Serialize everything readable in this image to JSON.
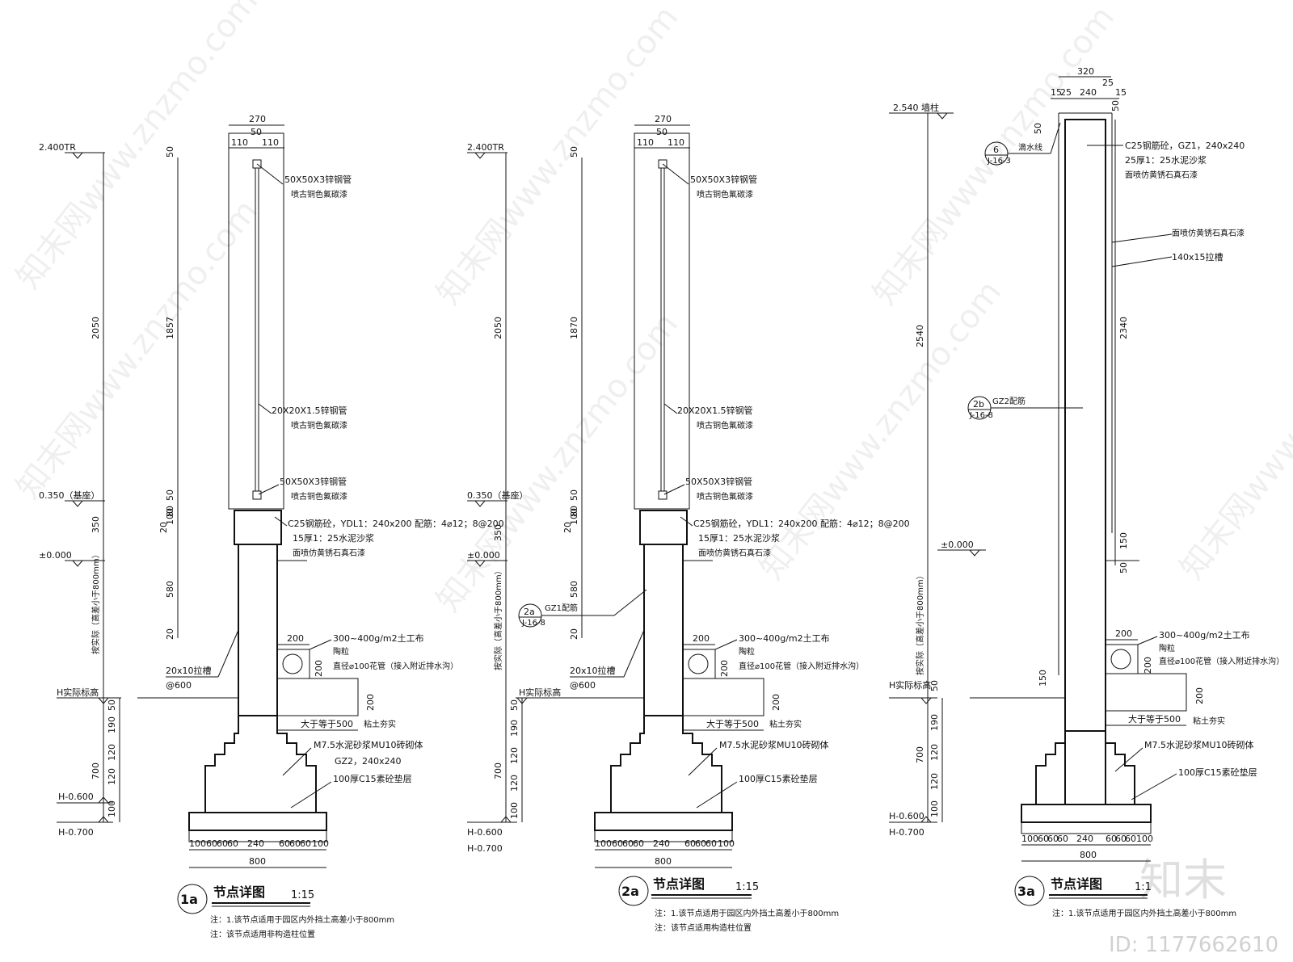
{
  "watermark": {
    "logo": "知末",
    "id_text": "ID: 1177662610",
    "site_text": "知末网www.znzmo.com"
  },
  "details": [
    {
      "key": "1a",
      "circle_label": "1a",
      "title": "节点详图",
      "scale": "1:15",
      "note1": "注：1.该节点适用于园区内外挡土高差小于800mm",
      "note2": "注：该节点适用非构造柱位置",
      "elev_top": "2.400TR",
      "elev_mid": "0.350（基座）",
      "elev_zero": "±0.000",
      "elev_h": "H实际标高",
      "elev_h600": "H-0.600",
      "elev_h700": "H-0.700",
      "dim_total": "2050",
      "dim_350": "350",
      "dim_varies": "按实际（高差小于800mm）",
      "dim_700": "700",
      "dim_stack": [
        "50",
        "190",
        "120",
        "120",
        "100"
      ],
      "dim_rail": [
        "50",
        "1857",
        "50",
        "80",
        "100",
        "20",
        "580",
        "20"
      ],
      "dim_top": [
        "270",
        "50",
        "110",
        "110"
      ],
      "dim_bottom": [
        "100",
        "60",
        "60",
        "60",
        "240",
        "60",
        "60",
        "60",
        "100"
      ],
      "dim_800": "800",
      "dim_200": "200",
      "dim_200b": "200",
      "labels": {
        "top_tube": "50X50X3锌钢管",
        "top_tube_paint": "喷古铜色氟碳漆",
        "mid_tube": "20X20X1.5锌钢管",
        "mid_tube_paint": "喷古铜色氟碳漆",
        "bottom_tube": "50X50X3锌钢管",
        "bottom_tube_paint": "喷古铜色氟碳漆",
        "beam": "C25钢筋砼，YDL1：240x200  配筋：4⌀12；8@200",
        "mortar": "15厚1：25水泥沙浆",
        "stone": "面喷仿黄锈石真石漆",
        "groove": "20x10拉槽",
        "groove_at": "@600",
        "geotextile": "300~400g/m2土工布",
        "gravel": "陶粒",
        "pipe": "直径⌀100花管（接入附近排水沟）",
        "compact": "粘土夯实",
        "width500": "大于等于500",
        "brick": "M7.5水泥砂浆MU10砖砌体",
        "gz": "GZ2，240x240",
        "cushion": "100厚C15素砼垫层"
      }
    },
    {
      "key": "2a",
      "circle_label": "2a",
      "title": "节点详图",
      "scale": "1:15",
      "note1": "注：1.该节点适用于园区内外挡土高差小于800mm",
      "note2": "注：该节点适用构造柱位置",
      "elev_top": "2.400TR",
      "elev_mid": "0.350（基座）",
      "elev_zero": "±0.000",
      "elev_h": "H实际标高",
      "elev_h600": "H-0.600",
      "elev_h700": "H-0.700",
      "dim_total": "2050",
      "dim_350": "350",
      "dim_varies": "按实际（高差小于800mm）",
      "dim_700": "700",
      "dim_stack": [
        "50",
        "190",
        "120",
        "120",
        "100"
      ],
      "dim_rail": [
        "50",
        "1870",
        "50",
        "80",
        "100",
        "20",
        "580",
        "20"
      ],
      "dim_top": [
        "270",
        "50",
        "110",
        "110"
      ],
      "dim_bottom": [
        "100",
        "60",
        "60",
        "60",
        "240",
        "60",
        "60",
        "60",
        "100"
      ],
      "dim_800": "800",
      "dim_200": "200",
      "dim_200b": "200",
      "ref_bubble": "2a",
      "ref_bubble_sub": "J-16-8",
      "ref_text": "GZ1配筋",
      "labels": {
        "top_tube": "50X50X3锌钢管",
        "top_tube_paint": "喷古铜色氟碳漆",
        "mid_tube": "20X20X1.5锌钢管",
        "mid_tube_paint": "喷古铜色氟碳漆",
        "bottom_tube": "50X50X3锌钢管",
        "bottom_tube_paint": "喷古铜色氟碳漆",
        "beam": "C25钢筋砼，YDL1：240x200  配筋：4⌀12；8@200",
        "mortar": "15厚1：25水泥沙浆",
        "stone": "面喷仿黄锈石真石漆",
        "groove": "20x10拉槽",
        "groove_at": "@600",
        "geotextile": "300~400g/m2土工布",
        "gravel": "陶粒",
        "pipe": "直径⌀100花管（接入附近排水沟）",
        "compact": "粘土夯实",
        "width500": "大于等于500",
        "brick": "M7.5水泥砂浆MU10砖砌体",
        "cushion": "100厚C15素砼垫层"
      }
    },
    {
      "key": "3a",
      "circle_label": "3a",
      "title": "节点详图",
      "scale": "1:1",
      "note1": "注：1.该节点适用于园区内外挡土高差小于800mm",
      "elev_top": "2.540 墙柱",
      "elev_zero": "±0.000",
      "elev_h": "H实际标高",
      "elev_h600": "H-0.600",
      "elev_h700": "H-0.700",
      "dim_total": "2540",
      "dim_varies": "按实际（高差小于800mm）",
      "dim_700": "700",
      "dim_stack": [
        "50",
        "190",
        "120",
        "120",
        "100"
      ],
      "dim_right": [
        "2340",
        "150",
        "50"
      ],
      "dim_150": "150",
      "dim_top": [
        "320",
        "15",
        "25",
        "240",
        "25",
        "15"
      ],
      "dim_50": "50",
      "dim_50b": "50",
      "dim_bottom": [
        "100",
        "60",
        "60",
        "60",
        "240",
        "60",
        "60",
        "60",
        "100"
      ],
      "dim_800": "800",
      "dim_200": "200",
      "dim_200b": "200",
      "ref6": "6",
      "ref6_sub": "J-16-3",
      "ref6_text": "滴水线",
      "ref2b": "2b",
      "ref2b_sub": "J-16-8",
      "ref2b_text": "GZ2配筋",
      "labels": {
        "col": "C25钢筋砼，GZ1，240x240",
        "mortar": "25厚1：25水泥沙浆",
        "stone1": "面喷仿黄锈石真石漆",
        "stone2": "面喷仿黄锈石真石漆",
        "groove": "140x15拉槽",
        "geotextile": "300~400g/m2土工布",
        "gravel": "陶粒",
        "pipe": "直径⌀100花管（接入附近排水沟）",
        "compact": "粘土夯实",
        "width500": "大于等于500",
        "brick": "M7.5水泥砂浆MU10砖砌体",
        "cushion": "100厚C15素砼垫层"
      }
    }
  ]
}
